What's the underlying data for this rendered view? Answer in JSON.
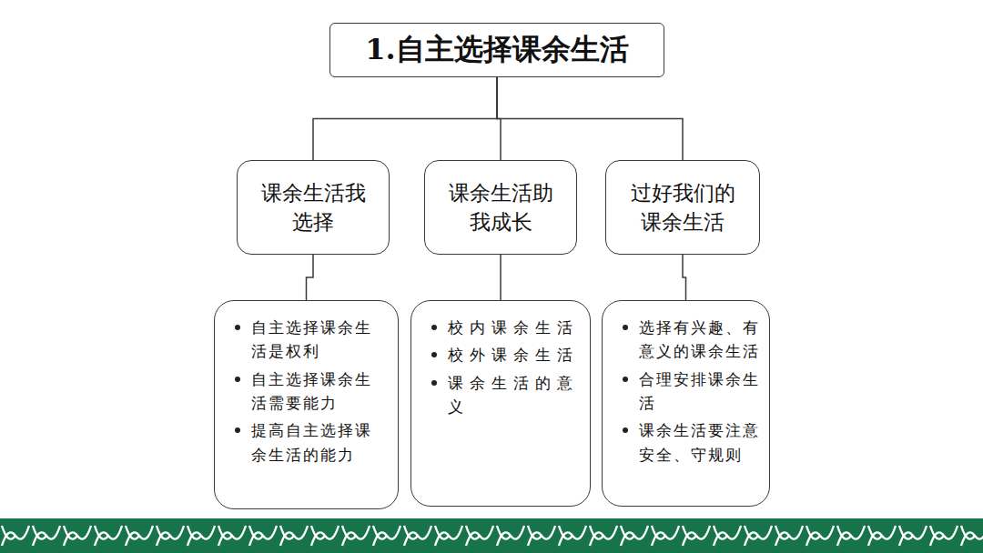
{
  "diagram": {
    "nodes": [
      {
        "text": [
          "1.自主选择课余生活"
        ]
      },
      {
        "text": [
          "课余生活我选择"
        ]
      },
      {
        "text": [
          "课余生活助我成长"
        ]
      },
      {
        "text": [
          "过好我们的课余生活"
        ]
      },
      {
        "text": [
          "自主选择课余生活是权利",
          "自主选择课余生活需要能力",
          "提高自主选择课余生活的能力"
        ]
      },
      {
        "text": [
          "校内课余生活",
          "校外课余生活",
          "课余生活的意义"
        ]
      },
      {
        "text": [
          "选择有兴趣、有意义的课余生活",
          "合理安排课余生活",
          "课余生活要注意安全、守规则"
        ]
      }
    ],
    "edges": [
      {
        "from": 0,
        "to": 1,
        "arrow": "none"
      },
      {
        "from": 0,
        "to": 2,
        "arrow": "none"
      },
      {
        "from": 0,
        "to": 3,
        "arrow": "none"
      },
      {
        "from": 1,
        "to": 4,
        "arrow": "none"
      },
      {
        "from": 2,
        "to": 5,
        "arrow": "none"
      },
      {
        "from": 3,
        "to": 6,
        "arrow": "none"
      }
    ]
  }
}
